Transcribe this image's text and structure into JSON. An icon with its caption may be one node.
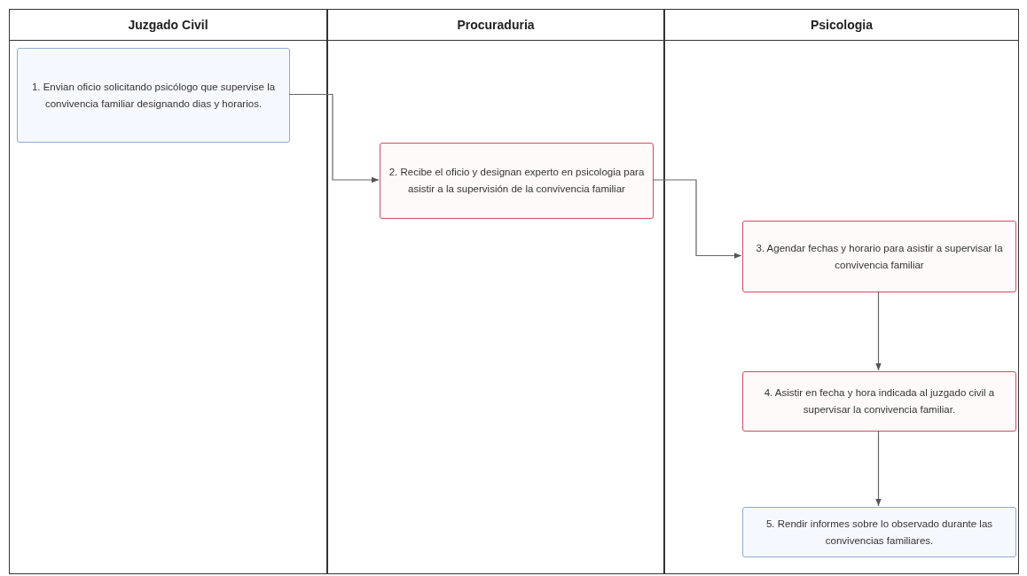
{
  "diagram": {
    "nodes": [
      {
        "text": [
          "Juzgado Civil"
        ]
      },
      {
        "text": [
          "Procuraduria"
        ]
      },
      {
        "text": [
          "Psicologia"
        ]
      },
      {
        "text": [
          "1. Envian oficio solicitando psicólogo que supervise la convivencia familiar designando dias y horarios."
        ],
        "in": 0
      },
      {
        "text": [
          "2. Recibe el oficio y designan experto en psicologia para asistir a la supervisión de la convivencia familiar"
        ],
        "in": 1
      },
      {
        "text": [
          "3. Agendar fechas y horario para asistir a supervisar la convivencia familiar"
        ],
        "in": 2
      },
      {
        "text": [
          "4. Asistir en fecha y hora indicada al juzgado civil a supervisar la convivencia familiar."
        ],
        "in": 2
      },
      {
        "text": [
          "5. Rendir informes sobre lo observado durante las convivencias familiares."
        ],
        "in": 2
      }
    ],
    "edges": [
      {
        "from": 3,
        "to": 4,
        "arrow": "to"
      },
      {
        "from": 4,
        "to": 5,
        "arrow": "to"
      },
      {
        "from": 5,
        "to": 6,
        "arrow": "to"
      },
      {
        "from": 6,
        "to": 7,
        "arrow": "to"
      }
    ]
  }
}
